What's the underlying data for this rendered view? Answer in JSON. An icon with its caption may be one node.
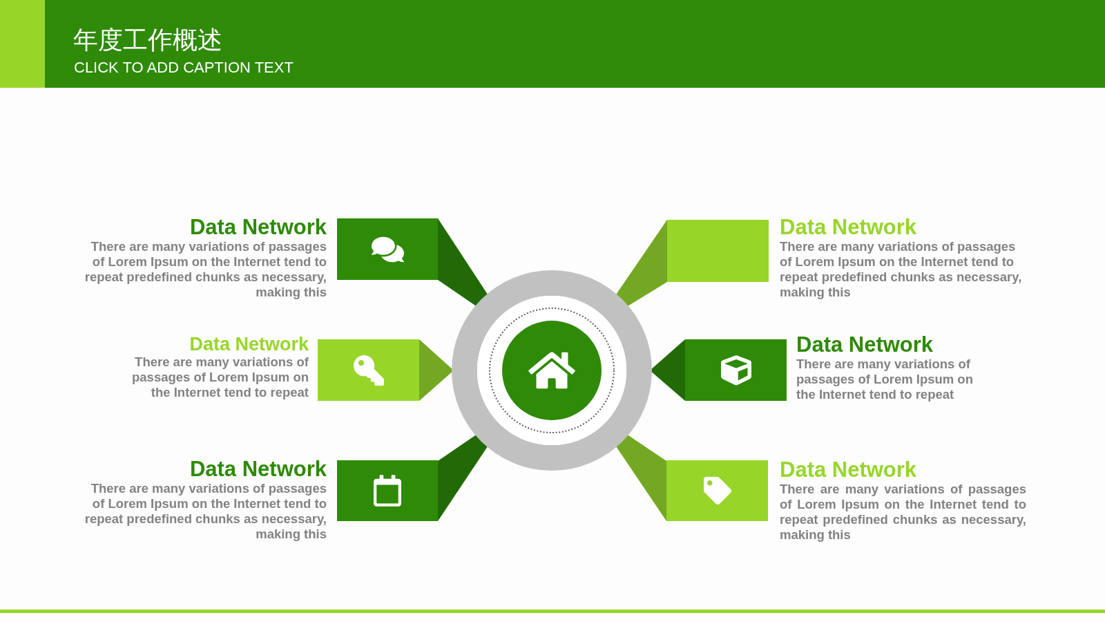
{
  "diagram": {
    "title": "年度工作概述",
    "nodes": [
      {
        "text": [],
        "shape": "box",
        "beside": [
          "Data Network",
          "There are many variations of passages of Lorem Ipsum on the Internet tend to repeat predefined chunks as necessary, making this"
        ]
      },
      {
        "text": [],
        "shape": "box",
        "beside": [
          "Data Network",
          "There are many variations of passages of Lorem Ipsum on the Internet tend to repeat predefined chunks as necessary, making this"
        ]
      },
      {
        "text": [],
        "shape": "box",
        "beside": [
          "Data Network",
          "There are many variations of passages of Lorem Ipsum on the Internet tend to repeat"
        ]
      },
      {
        "text": [],
        "shape": "circle"
      },
      {
        "text": [],
        "shape": "box",
        "beside": [
          "Data Network",
          "There are many variations of passages of Lorem Ipsum on the Internet tend to repeat"
        ]
      },
      {
        "text": [],
        "shape": "box",
        "beside": [
          "Data Network",
          "There are many variations of passages of Lorem Ipsum on the Internet tend to repeat predefined chunks as necessary, making this"
        ]
      },
      {
        "text": [],
        "shape": "box",
        "beside": [
          "Data Network",
          "There are many variations of passages of Lorem Ipsum on the Internet tend to repeat predefined chunks as necessary, making this"
        ]
      }
    ],
    "labels": [
      "CLICK TO ADD CAPTION TEXT"
    ]
  }
}
